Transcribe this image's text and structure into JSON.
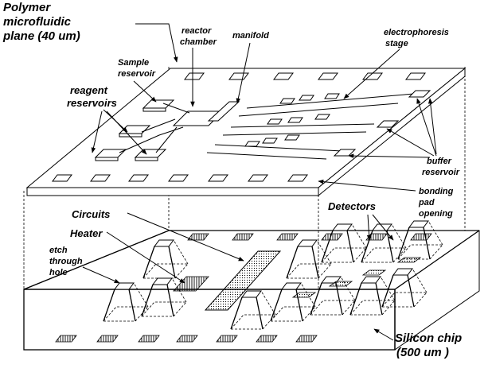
{
  "labels": {
    "polymer_plane": [
      "Polymer",
      "microfluidic",
      "plane  (40 um)"
    ],
    "reactor_chamber": [
      "reactor",
      "chamber"
    ],
    "manifold": "manifold",
    "electrophoresis_stage": [
      "electrophoresis",
      "stage"
    ],
    "sample_reservoir": [
      "Sample",
      "reservoir"
    ],
    "reagent_reservoirs": [
      "reagent",
      "reservoirs"
    ],
    "buffer_reservoir": [
      "buffer",
      "reservoir"
    ],
    "bonding_pad_opening": [
      "bonding",
      "pad",
      "opening"
    ],
    "circuits": "Circuits",
    "detectors": "Detectors",
    "heater": "Heater",
    "etch_through_hole": [
      "etch",
      "through",
      "hole"
    ],
    "silicon_chip": [
      "Silicon chip",
      "(500 um )"
    ]
  }
}
